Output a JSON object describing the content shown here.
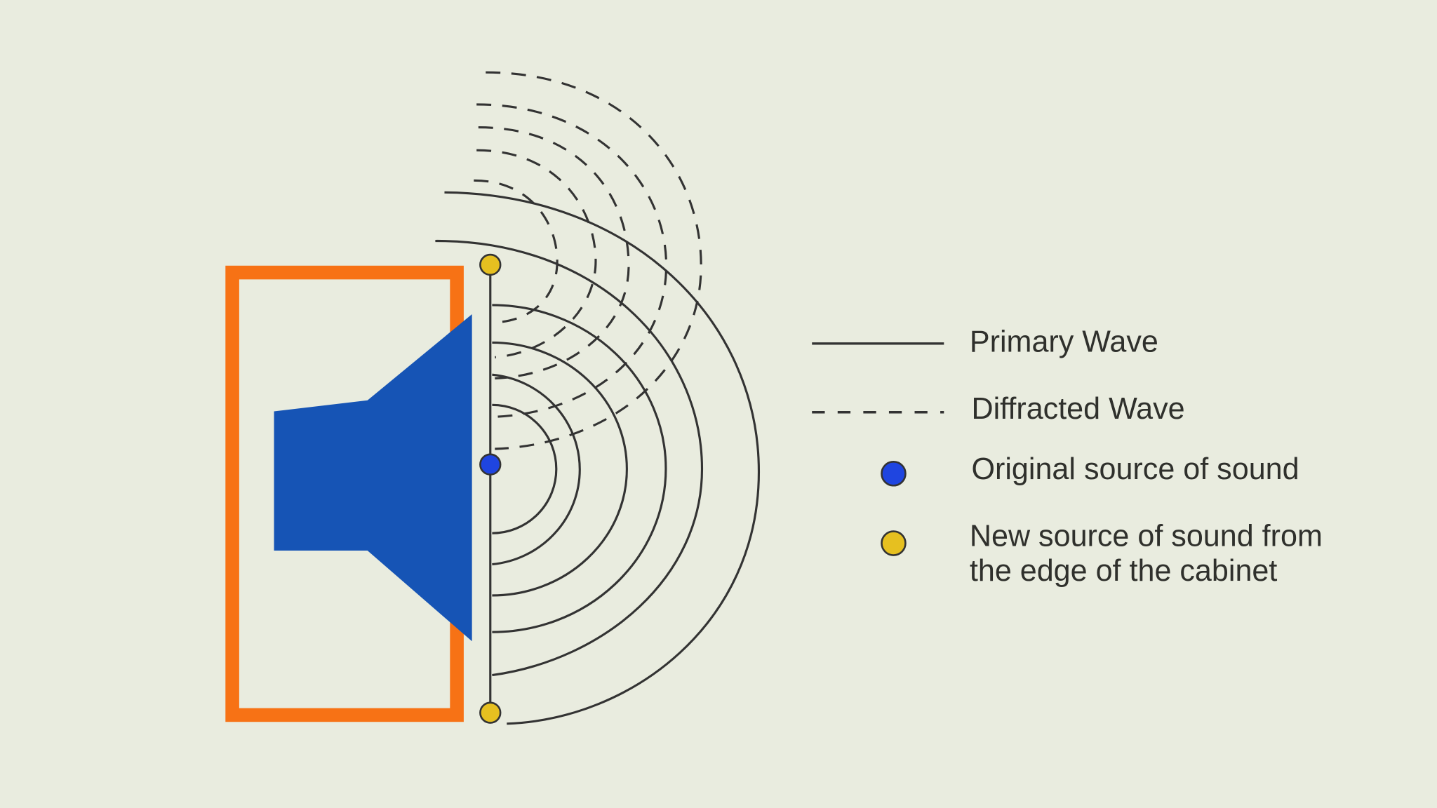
{
  "colors": {
    "background": "#e9ecdf",
    "cabinet": "#f77215",
    "speaker": "#1654b5",
    "original_source": "#1f45e0",
    "new_source": "#e6c020",
    "wave_line": "#333333"
  },
  "legend": {
    "primary_wave": "Primary Wave",
    "diffracted_wave": "Diffracted Wave",
    "original_source": "Original source of sound",
    "new_source_line1": "New source of sound from",
    "new_source_line2": "the edge of the cabinet"
  }
}
